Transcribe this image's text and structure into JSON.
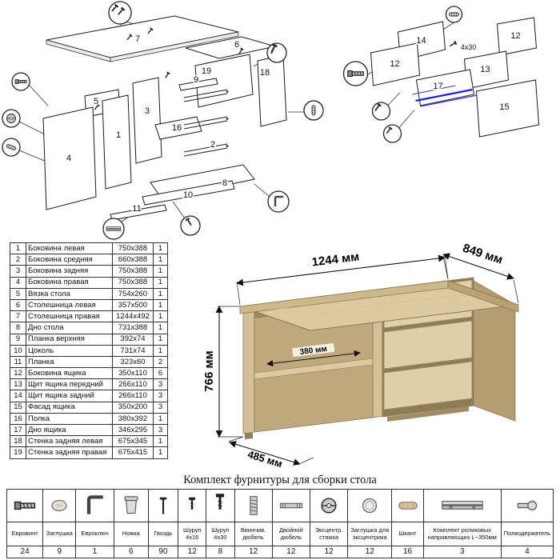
{
  "exploded_left": {
    "labels": {
      "n1": "1",
      "n2": "2",
      "n3": "3",
      "n4": "4",
      "n5": "5",
      "n6": "6",
      "n7": "7",
      "n8": "8",
      "n9": "9",
      "n10": "10",
      "n11": "11",
      "n16": "16",
      "n18": "18",
      "n19": "19"
    }
  },
  "exploded_right": {
    "labels": {
      "n12a": "12",
      "n12b": "12",
      "n13": "13",
      "n14": "14",
      "n15": "15",
      "n17": "17"
    },
    "screw_note": "4x30"
  },
  "desk": {
    "dims": {
      "width": "1244 мм",
      "depth": "849 мм",
      "height": "766 мм",
      "front_depth": "485 мм",
      "shelf_depth": "380 мм"
    },
    "colors": {
      "wood_top": "#dcc9a0",
      "wood_front": "#e0cea6",
      "wood_side": "#b49d70",
      "outline": "#8a7858",
      "slide_blue": "#2020d0"
    }
  },
  "parts_table": {
    "rows": [
      {
        "num": "1",
        "name": "Боковина левая",
        "size": "750x388",
        "qty": "1"
      },
      {
        "num": "2",
        "name": "Боковина средняя",
        "size": "660x388",
        "qty": "1"
      },
      {
        "num": "3",
        "name": "Боковина задняя",
        "size": "750x388",
        "qty": "1"
      },
      {
        "num": "4",
        "name": "Боковина правая",
        "size": "750x388",
        "qty": "1"
      },
      {
        "num": "5",
        "name": "Вязка стола",
        "size": "754x260",
        "qty": "1"
      },
      {
        "num": "6",
        "name": "Столешница левая",
        "size": "357x500",
        "qty": "1"
      },
      {
        "num": "7",
        "name": "Столешница правая",
        "size": "1244x492",
        "qty": "1"
      },
      {
        "num": "8",
        "name": "Дно стола",
        "size": "731x388",
        "qty": "1"
      },
      {
        "num": "9",
        "name": "Планка верхняя",
        "size": "392x74",
        "qty": "1"
      },
      {
        "num": "10",
        "name": "Цоколь",
        "size": "731x74",
        "qty": "1"
      },
      {
        "num": "11",
        "name": "Планка",
        "size": "323x60",
        "qty": "2"
      },
      {
        "num": "12",
        "name": "Боковина ящика",
        "size": "350x110",
        "qty": "6"
      },
      {
        "num": "13",
        "name": "Щит ящика передний",
        "size": "266x110",
        "qty": "3"
      },
      {
        "num": "14",
        "name": "Щит ящика задний",
        "size": "266x110",
        "qty": "3"
      },
      {
        "num": "15",
        "name": "Фасад ящика",
        "size": "350x200",
        "qty": "3"
      },
      {
        "num": "16",
        "name": "Полка",
        "size": "380x392",
        "qty": "1"
      },
      {
        "num": "17",
        "name": "Дно ящика",
        "size": "346x295",
        "qty": "3"
      },
      {
        "num": "18",
        "name": "Стенка задняя левая",
        "size": "675x345",
        "qty": "1"
      },
      {
        "num": "19",
        "name": "Стенка задняя правая",
        "size": "675x415",
        "qty": "1"
      }
    ]
  },
  "hardware": {
    "title": "Комплект фурнитуры для сборки стола",
    "items": [
      {
        "name": "Евровинт",
        "qty": "24",
        "icon": "euroscrew-icon"
      },
      {
        "name": "Заглушка",
        "qty": "9",
        "icon": "cap-icon"
      },
      {
        "name": "Евроключ",
        "qty": "1",
        "icon": "hex-key-icon"
      },
      {
        "name": "Ножка",
        "qty": "6",
        "icon": "foot-icon"
      },
      {
        "name": "Гвоздь",
        "qty": "90",
        "icon": "nail-icon"
      },
      {
        "name": "Шуруп 4х16",
        "qty": "12",
        "icon": "screw-4x16-icon"
      },
      {
        "name": "Шуруп 4х30",
        "qty": "8",
        "icon": "screw-4x30-icon"
      },
      {
        "name": "Ввинчив. дюбель",
        "qty": "12",
        "icon": "screw-dowel-icon"
      },
      {
        "name": "Двойной дюбель",
        "qty": "12",
        "icon": "double-dowel-icon"
      },
      {
        "name": "Эксцентр. стяжка",
        "qty": "12",
        "icon": "cam-lock-icon"
      },
      {
        "name": "Заглушка для эксцентрика",
        "qty": "12",
        "icon": "cam-cap-icon"
      },
      {
        "name": "Шкант",
        "qty": "16",
        "icon": "wood-dowel-icon"
      },
      {
        "name": "Комплект роликовых направляющих L~350мм",
        "qty": "3",
        "icon": "drawer-slides-icon"
      },
      {
        "name": "Полкодержатель",
        "qty": "4",
        "icon": "shelf-support-icon"
      }
    ]
  }
}
